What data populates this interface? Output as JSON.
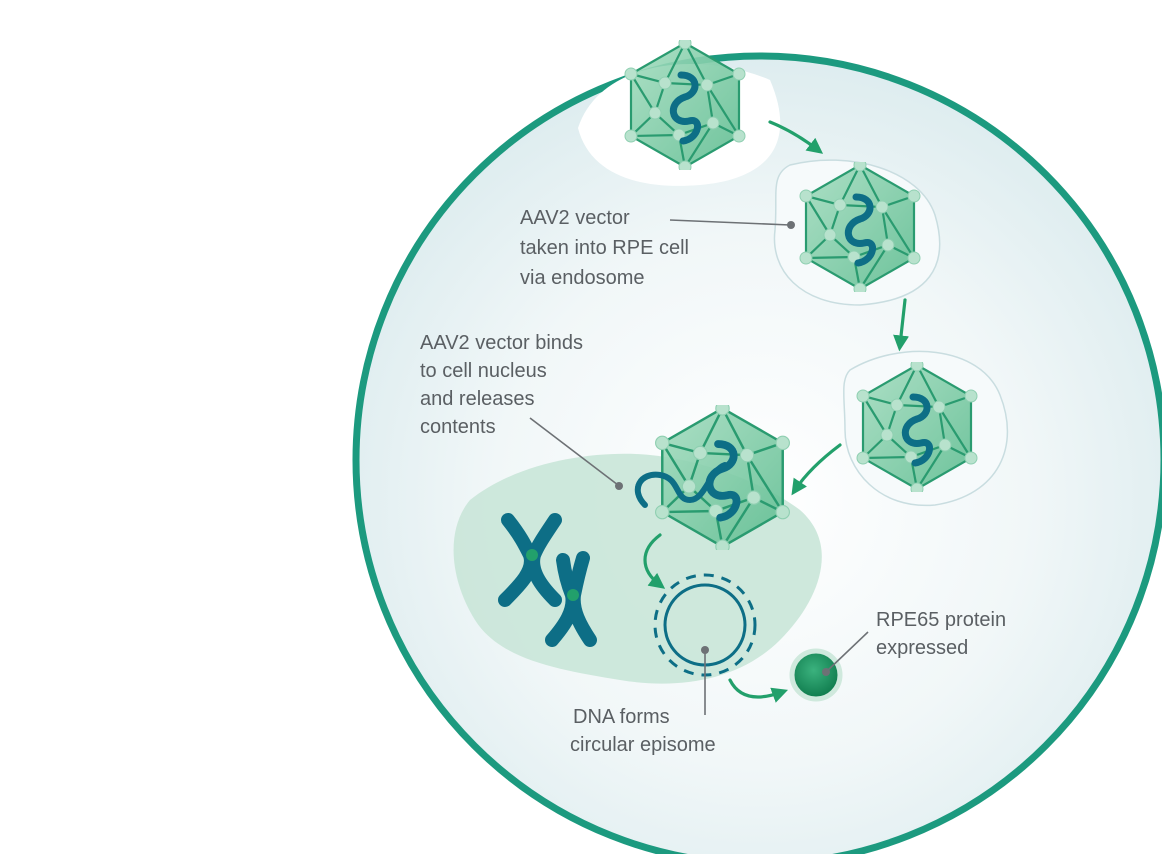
{
  "labels": {
    "endosome": [
      "AAV2 vector",
      "taken into RPE cell",
      "via endosome"
    ],
    "nucleus": [
      "AAV2 vector binds",
      "to cell nucleus",
      "and releases",
      "contents"
    ],
    "episome": [
      "DNA forms",
      "circular episome"
    ],
    "protein": [
      "RPE65 protein",
      "expressed"
    ]
  },
  "colors": {
    "cell_border": "#1c9a7f",
    "cell_fill": "#e6f1f3",
    "nucleus_fill": "#c9e6d8",
    "capsid_fill": "#7dcaa6",
    "capsid_edge": "#2a9b70",
    "dna": "#0d6e86",
    "arrow": "#22a06b",
    "protein": "#15925d"
  },
  "icons": [
    "aav-capsid-icon",
    "chromosome-icon",
    "circular-dna-episome-icon",
    "protein-globule-icon"
  ]
}
